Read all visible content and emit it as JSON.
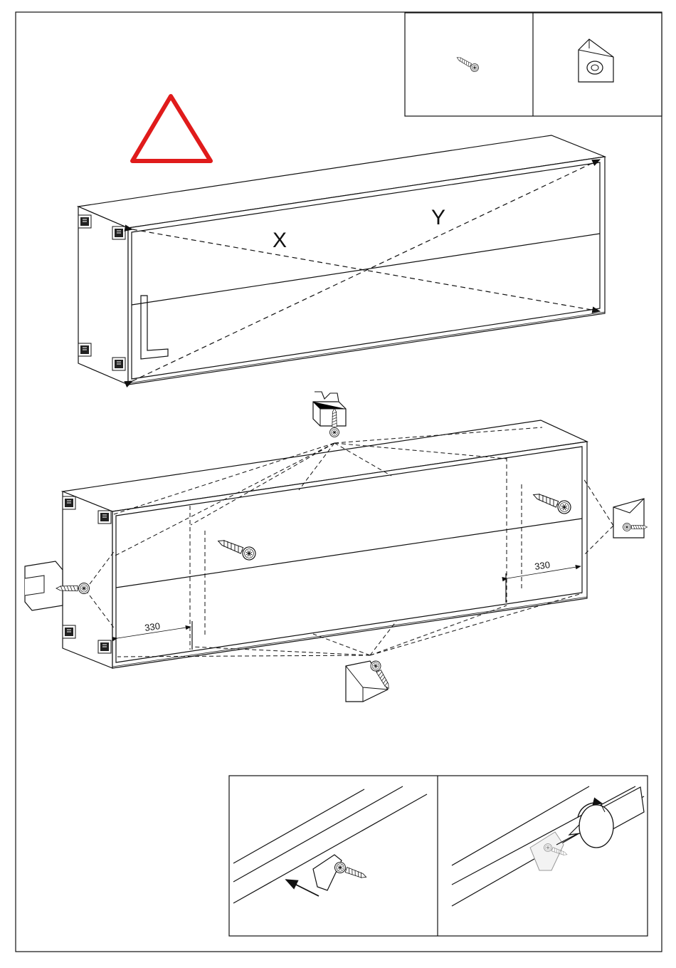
{
  "diagonal_labels": {
    "x": "X",
    "y": "Y"
  },
  "measurements": {
    "left": "330",
    "right": "330"
  },
  "warning": {
    "color": "#e01b1b"
  },
  "icons": {
    "parts_box_left": "screw-icon",
    "parts_box_right": "corner-bracket-icon",
    "warning": "warning-triangle-icon"
  }
}
